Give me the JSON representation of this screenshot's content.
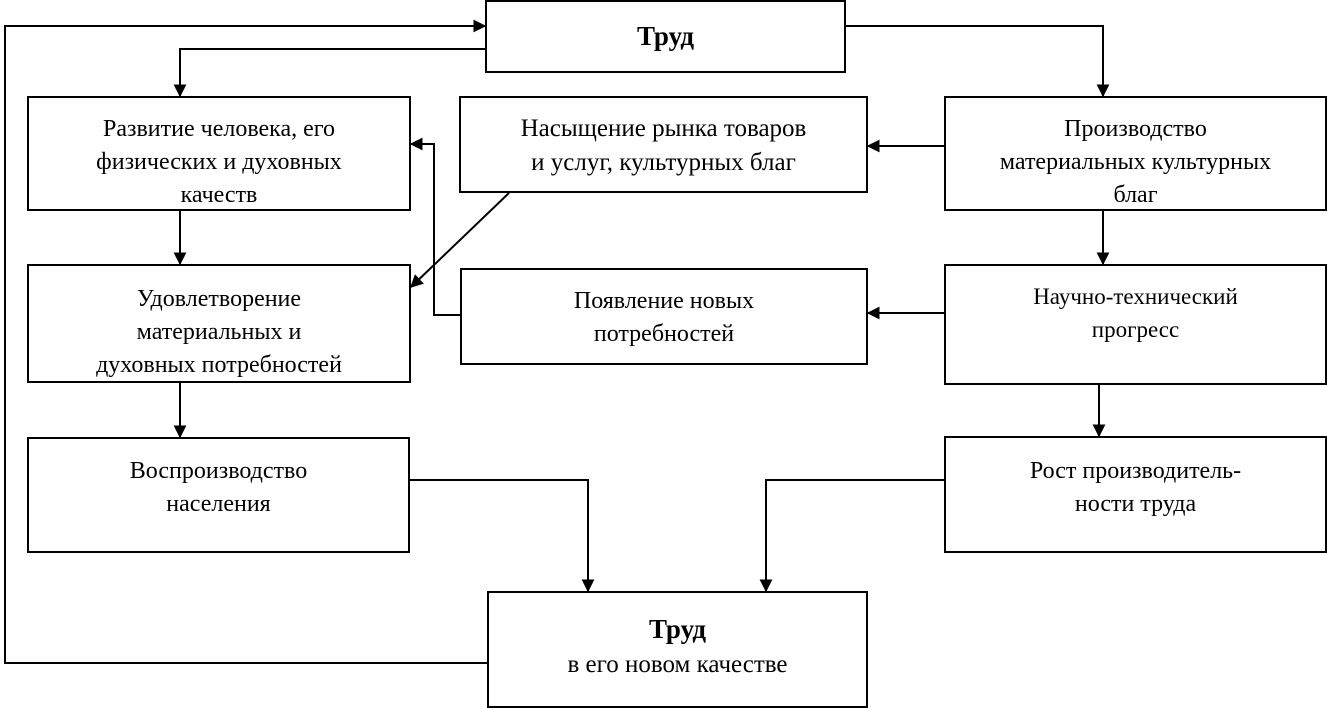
{
  "diagram": {
    "top_node": {
      "title": "Труд"
    },
    "left_column": {
      "development": {
        "lines": [
          "Развитие человека, его",
          "физических и духовных",
          "качеств"
        ]
      },
      "satisfaction": {
        "lines": [
          "Удовлетворение",
          "материальных и",
          "духовных потребностей"
        ]
      },
      "reproduction": {
        "lines": [
          "Воспроизводство",
          "населения"
        ]
      }
    },
    "middle_column": {
      "saturation": {
        "lines": [
          "Насыщение рынка товаров",
          "и услуг, культурных благ"
        ]
      },
      "new_needs": {
        "lines": [
          "Появление новых",
          "потребностей"
        ]
      }
    },
    "right_column": {
      "production": {
        "lines": [
          "Производство",
          "материальных культурных",
          "благ"
        ]
      },
      "progress": {
        "lines": [
          "Научно-технический",
          "прогресс"
        ]
      },
      "productivity": {
        "lines": [
          "Рост производитель-",
          "ности  труда"
        ]
      }
    },
    "bottom_node": {
      "title": "Труд",
      "subtitle": "в его новом качестве"
    },
    "connector_color": "#000000"
  }
}
